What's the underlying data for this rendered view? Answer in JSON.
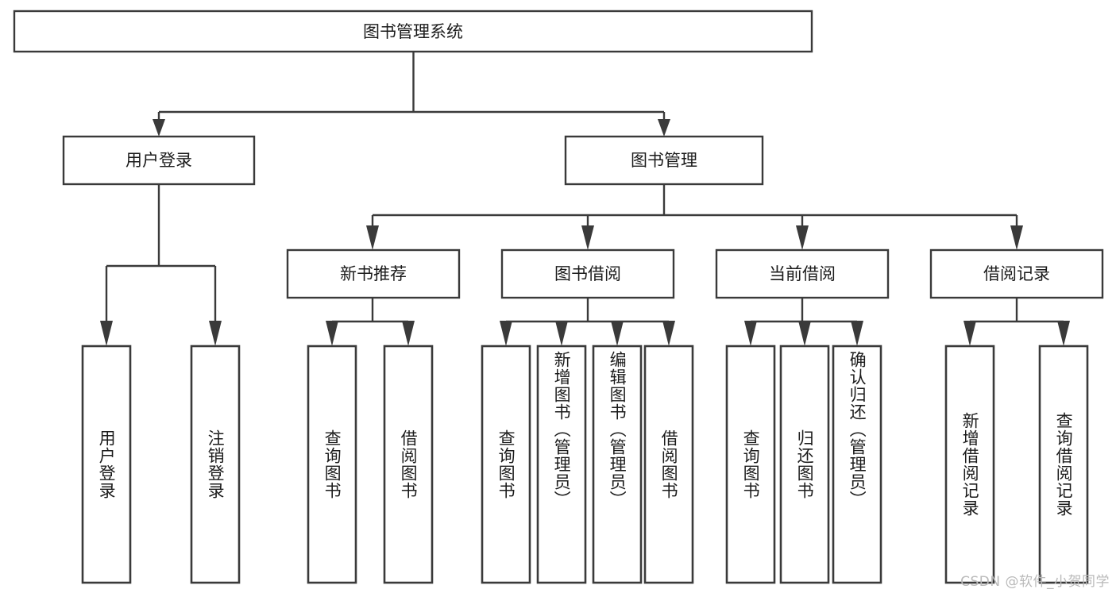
{
  "diagram": {
    "type": "tree-hierarchy",
    "title": "图书管理系统",
    "orientation": "top-down",
    "colors": {
      "box_stroke": "#3a3a3a",
      "box_fill": "#ffffff",
      "text": "#1b1b1b",
      "background": "#ffffff",
      "watermark": "#b9b9b9"
    },
    "root": {
      "label": "图书管理系统"
    },
    "level2": {
      "user_login": {
        "label": "用户登录"
      },
      "book_manage": {
        "label": "图书管理"
      }
    },
    "level3": {
      "new_book_recommend": {
        "label": "新书推荐"
      },
      "book_borrow": {
        "label": "图书借阅"
      },
      "current_borrow": {
        "label": "当前借阅"
      },
      "borrow_record": {
        "label": "借阅记录"
      }
    },
    "leaves": {
      "user_login": [
        {
          "label": "用户登录"
        },
        {
          "label": "注销登录"
        }
      ],
      "new_book_recommend": [
        {
          "label": "查询图书"
        },
        {
          "label": "借阅图书"
        }
      ],
      "book_borrow": [
        {
          "label": "查询图书"
        },
        {
          "label": "新增图书（管理员）"
        },
        {
          "label": "编辑图书（管理员）"
        },
        {
          "label": "借阅图书"
        }
      ],
      "current_borrow": [
        {
          "label": "查询图书"
        },
        {
          "label": "归还图书"
        },
        {
          "label": "确认归还（管理员）"
        }
      ],
      "borrow_record": [
        {
          "label": "新增借阅记录"
        },
        {
          "label": "查询借阅记录"
        }
      ]
    },
    "watermark": "CSDN @软件_小贺同学"
  }
}
